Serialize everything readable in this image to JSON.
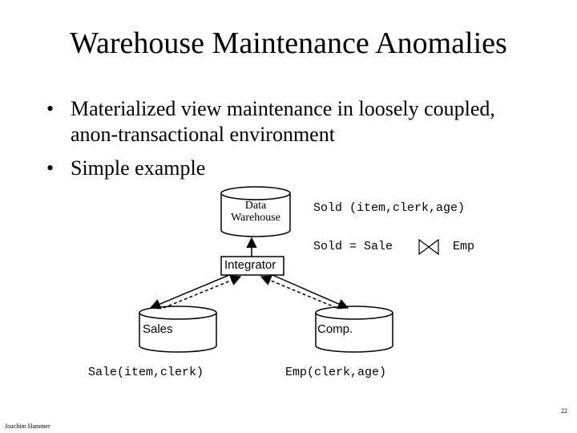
{
  "slide": {
    "title": "Warehouse Maintenance Anomalies",
    "bullets": [
      {
        "line1": "Materialized view maintenance in loosely coupled,",
        "line2": "anon-transactional environment"
      },
      {
        "line1": "Simple example"
      }
    ],
    "bullet_symbol": "•"
  },
  "diagram": {
    "data_warehouse": {
      "line1": "Data",
      "line2": "Warehouse"
    },
    "integrator": "Integrator",
    "sales_db": "Sales",
    "comp_db": "Comp.",
    "view_schema": "Sold (item,clerk,age)",
    "view_def_left": "Sold = Sale",
    "view_def_right": "Emp",
    "sales_schema": "Sale(item,clerk)",
    "comp_schema": "Emp(clerk,age)"
  },
  "footer": {
    "author": "Joachim Hammer",
    "page_number": "22"
  }
}
